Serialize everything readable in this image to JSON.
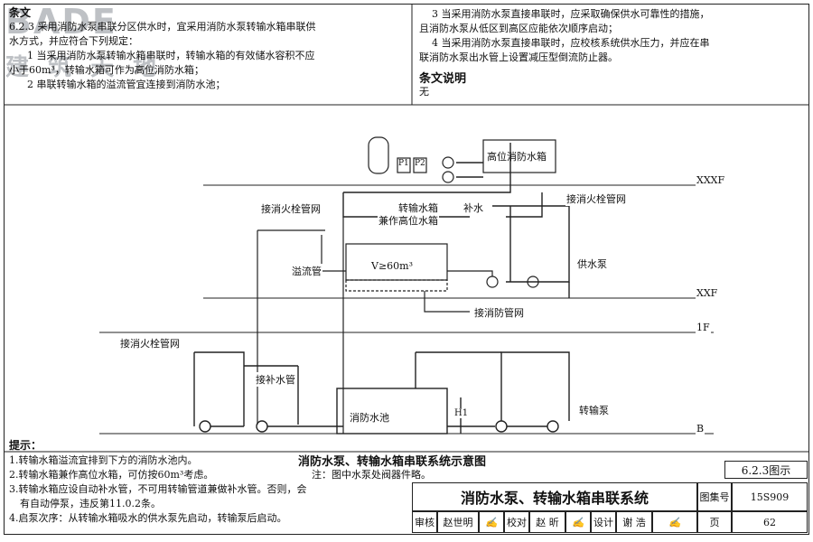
{
  "logo": {
    "text": "BADE",
    "watermark": "建 筑 天 地"
  },
  "clause": {
    "heading": "条文",
    "left_lines": [
      "6.2.3 采用消防水泵串联分区供水时，宜采用消防水泵转输水箱串联供",
      "水方式，并应符合下列规定：",
      "1 当采用消防水泵转输水箱串联时，转输水箱的有效储水容积不应",
      "小于60m³，转输水箱可作为高位消防水箱；",
      "2 串联转输水箱的溢流管宜连接到消防水池；"
    ],
    "right_lines": [
      "3 当采用消防水泵直接串联时，应采取确保供水可靠性的措施，",
      "且消防水泵从低区到高区应能依次顺序启动；",
      "4 当采用消防水泵直接串联时，应校核系统供水压力，并应在串",
      "联消防水泵出水管上设置减压型倒流防止器。"
    ],
    "explain_heading": "条文说明",
    "explain_body": "无"
  },
  "diagram": {
    "levels": {
      "xxxf": "XXXF",
      "xxf": "XXF",
      "f1": "1F",
      "b": "B"
    },
    "labels": {
      "high_tank": "高位消防水箱",
      "p1": "P1",
      "p2": "P2",
      "hydrant_net_left_top": "接消火栓管网",
      "transfer_tank": "转输水箱",
      "transfer_tank_2": "兼作高位水箱",
      "makeup": "补水",
      "hydrant_net_right": "接消火栓管网",
      "overflow": "溢流管",
      "volume": "V≥60m³",
      "supply_pump": "供水泵",
      "fire_net": "接消防管网",
      "hydrant_net_left_bottom": "接消火栓管网",
      "makeup_pipe": "接补水管",
      "pool": "消防水池",
      "h1": "H1",
      "transfer_pump": "转输泵"
    }
  },
  "notes": {
    "heading": "提示：",
    "items": [
      "1.转输水箱溢流宜排到下方的消防水池内。",
      "2.转输水箱兼作高位水箱，可仿按60m³考虑。",
      "3.转输水箱应设自动补水管，不可用转输管道兼做补水管。否则，会",
      "有自动停泵，违反第11.0.2条。",
      "4.启泵次序：从转输水箱吸水的供水泵先启动，转输泵后启动。"
    ]
  },
  "caption": {
    "title": "消防水泵、转输水箱串联系统示意图",
    "note": "注：图中水泵处阀器件略。"
  },
  "titleblock": {
    "figure_no": "6.2.3图示",
    "system_title": "消防水泵、转输水箱串联系统",
    "atlas_label": "图集号",
    "atlas_value": "15S909",
    "review": "审核",
    "reviewer": "赵世明",
    "check": "校对",
    "checker": "赵 昕",
    "design": "设计",
    "designer": "谢 浩",
    "page_label": "页",
    "page_value": "62"
  }
}
